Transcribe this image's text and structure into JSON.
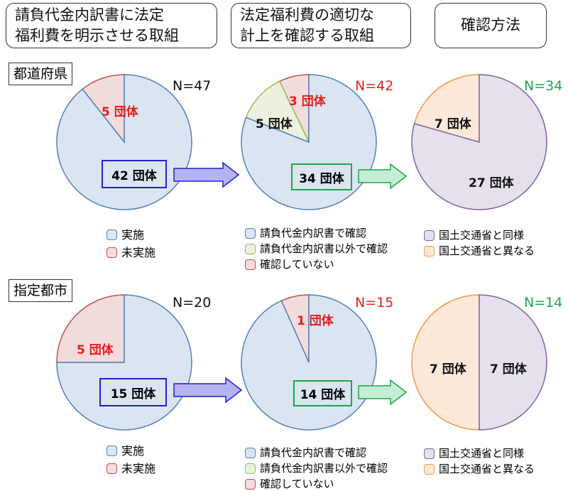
{
  "headers": [
    "請負代金内訳書に法定\n福利費を明示させる取組",
    "法定福利費の適切な\n計上を確認する取組",
    "確認方法"
  ],
  "sections": [
    "都道府県",
    "指定都市"
  ],
  "colors": {
    "blue": [
      "#dbe5f1",
      "#4f81bd"
    ],
    "red": [
      "#f2dcdb",
      "#c0504d"
    ],
    "green": [
      "#ebf1de",
      "#9bbb59"
    ],
    "purple": [
      "#e5e0ec",
      "#8064a2"
    ],
    "orange": [
      "#fde9d9",
      "#f79646"
    ]
  },
  "chart_data": [
    {
      "type": "pie",
      "row": "都道府県",
      "title": "明示させる取組",
      "n_label": "N=47",
      "slices": [
        {
          "name": "未実施",
          "value": 5,
          "color": "red",
          "label": "5 団体"
        },
        {
          "name": "実施",
          "value": 42,
          "color": "blue",
          "label": "42 団体"
        }
      ]
    },
    {
      "type": "pie",
      "row": "都道府県",
      "title": "確認する取組",
      "n_label": "N=42",
      "slices": [
        {
          "name": "確認していない",
          "value": 3,
          "color": "red",
          "label": "3 団体"
        },
        {
          "name": "請負代金内訳書以外で確認",
          "value": 5,
          "color": "green",
          "label": "5 団体"
        },
        {
          "name": "請負代金内訳書で確認",
          "value": 34,
          "color": "blue",
          "label": "34 団体"
        }
      ]
    },
    {
      "type": "pie",
      "row": "都道府県",
      "title": "確認方法",
      "n_label": "N=34",
      "slices": [
        {
          "name": "国土交通省と異なる",
          "value": 7,
          "color": "orange",
          "label": "7 団体"
        },
        {
          "name": "国土交通省と同様",
          "value": 27,
          "color": "purple",
          "label": "27 団体"
        }
      ]
    },
    {
      "type": "pie",
      "row": "指定都市",
      "title": "明示させる取組",
      "n_label": "N=20",
      "slices": [
        {
          "name": "未実施",
          "value": 5,
          "color": "red",
          "label": "5 団体"
        },
        {
          "name": "実施",
          "value": 15,
          "color": "blue",
          "label": "15 団体"
        }
      ]
    },
    {
      "type": "pie",
      "row": "指定都市",
      "title": "確認する取組",
      "n_label": "N=15",
      "slices": [
        {
          "name": "確認していない",
          "value": 1,
          "color": "red",
          "label": "1 団体"
        },
        {
          "name": "請負代金内訳書で確認",
          "value": 14,
          "color": "blue",
          "label": "14 団体"
        }
      ]
    },
    {
      "type": "pie",
      "row": "指定都市",
      "title": "確認方法",
      "n_label": "N=14",
      "slices": [
        {
          "name": "国土交通省と異なる",
          "value": 7,
          "color": "orange",
          "label": "7 団体"
        },
        {
          "name": "国土交通省と同様",
          "value": 7,
          "color": "purple",
          "label": "7 団体"
        }
      ]
    }
  ],
  "legends": {
    "left": [
      "実施",
      "未実施"
    ],
    "middle": [
      "請負代金内訳書で確認",
      "請負代金内訳書以外で確認",
      "確認していない"
    ],
    "right": [
      "国土交通省と同様",
      "国土交通省と異なる"
    ]
  }
}
